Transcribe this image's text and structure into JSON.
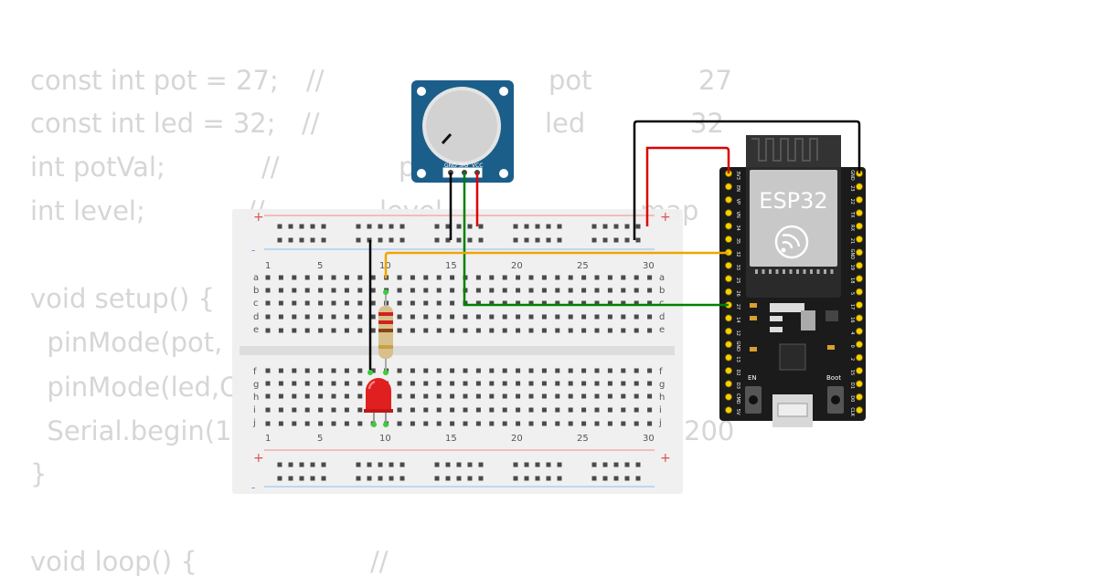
{
  "code": {
    "lines": [
      "const int pot = 27;",
      "const int led = 32;",
      "int potVal;",
      "int level;",
      "",
      "void setup() {",
      "  pinMode(pot,",
      "  pinMode(led,O",
      "  Serial.begin(1",
      "}",
      "",
      "void loop() {"
    ],
    "comment_marks": [
      "//",
      "//",
      "//",
      "//",
      "//"
    ],
    "fragments": [
      "pot",
      "27",
      "led",
      "32",
      "p",
      "level",
      "map",
      "200"
    ]
  },
  "breadboard": {
    "column_numbers": [
      "1",
      "5",
      "10",
      "15",
      "20",
      "25",
      "30"
    ],
    "row_letters_top": [
      "a",
      "b",
      "c",
      "d",
      "e"
    ],
    "row_letters_bottom": [
      "f",
      "g",
      "h",
      "i",
      "j"
    ],
    "rail_plus": "+",
    "rail_minus": "-"
  },
  "potentiometer": {
    "pins": [
      "GND",
      "SIG",
      "VCC"
    ]
  },
  "esp32": {
    "label": "ESP32",
    "buttons": [
      "EN",
      "Boot"
    ],
    "left_pins": [
      "3V3",
      "EN",
      "VP",
      "VN",
      "34",
      "35",
      "32",
      "33",
      "25",
      "26",
      "27",
      "14",
      "12",
      "GND",
      "13",
      "D2",
      "D3",
      "CMD",
      "5V"
    ],
    "right_pins": [
      "GND",
      "23",
      "22",
      "TX",
      "RX",
      "21",
      "GND",
      "19",
      "18",
      "5",
      "17",
      "16",
      "4",
      "0",
      "2",
      "15",
      "D1",
      "D0",
      "CLK"
    ]
  },
  "wires": {
    "black": "#000000",
    "red": "#dd0000",
    "green": "#008000",
    "orange": "#f0a500"
  },
  "colors": {
    "code_text": "#d6d6d6",
    "pot_board": "#1b5e8a",
    "esp_board": "#1b1b1b",
    "pin_gold": "#f5d100",
    "led_red": "#e02020"
  }
}
